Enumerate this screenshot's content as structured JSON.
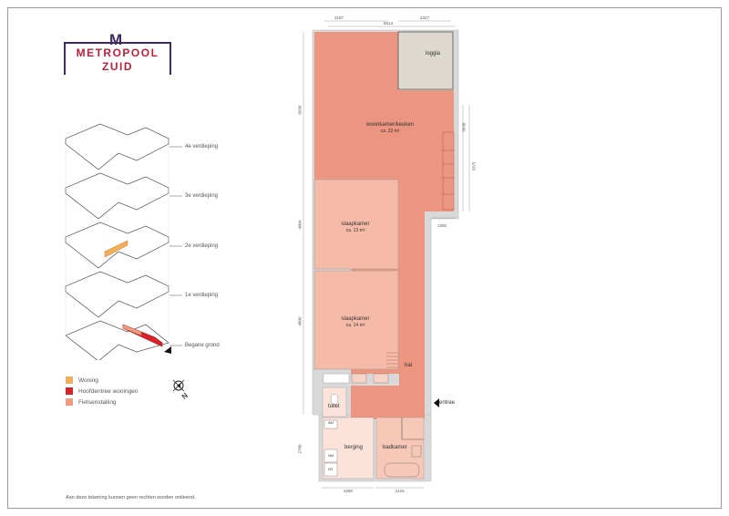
{
  "logo": {
    "letter": "M",
    "line1": "METROPOOL",
    "line2": "ZUID"
  },
  "levels": [
    "4e verdieping",
    "3e verdieping",
    "2e verdieping",
    "1e verdieping",
    "Begane grond"
  ],
  "legend": [
    {
      "label": "Woning",
      "color": "#F2AE5A"
    },
    {
      "label": "Hoofdentree woningen",
      "color": "#D9222A"
    },
    {
      "label": "Fietsenstalling",
      "color": "#F29A80"
    }
  ],
  "compass": {
    "label": "N"
  },
  "rooms": {
    "living": {
      "name": "woonkamer/keuken",
      "area": "ca. 33 m²"
    },
    "loggia": {
      "name": "loggia"
    },
    "bed1": {
      "name": "slaapkamer",
      "area": "ca. 13 m²"
    },
    "bed2": {
      "name": "slaapkamer",
      "area": "ca. 14 m²"
    },
    "hal": {
      "name": "hal"
    },
    "toilet": {
      "name": "toilet"
    },
    "berging": {
      "name": "berging"
    },
    "badkamer": {
      "name": "badkamer"
    },
    "entree": {
      "name": "entree"
    }
  },
  "dimensions": {
    "top_left": "3187",
    "top_right": "2327",
    "top_total": "5514",
    "left_1": "6036",
    "left_2": "4004",
    "left_3": "4800",
    "left_4": "2780",
    "right_1": "5636",
    "right_2": "3375",
    "step": "1250",
    "bottom_1": "2290",
    "bottom_2": "2115"
  },
  "appliances": {
    "wm": "WM",
    "wm2": "WM",
    "dr": "DR"
  },
  "footer": "Aan deze tekening kunnen geen rechten worden ontleend.",
  "colors": {
    "living": "#EC9580",
    "bedroom": "#F6BBA8",
    "loggia": "#DDD9CF",
    "wall": "#D9D9D9",
    "berging": "#FBE3DA",
    "bath": "#F7C8B8"
  }
}
